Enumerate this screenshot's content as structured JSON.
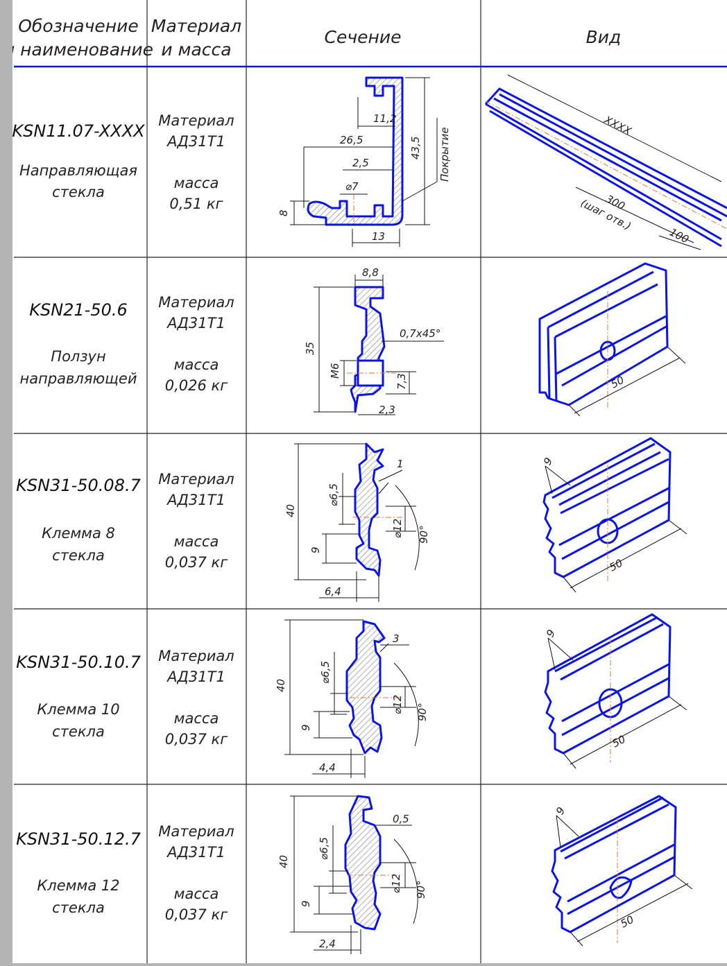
{
  "header": {
    "col1_line1": "Обозначение",
    "col1_line2": "и наименование",
    "col2_line1": "Материал",
    "col2_line2": "и масса",
    "col3": "Сечение",
    "col4": "Вид"
  },
  "rows": [
    {
      "code": "KSN11.07-XXXX",
      "name_line1": "Направляющая",
      "name_line2": "стекла",
      "material_label": "Материал",
      "material": "АД31Т1",
      "mass_label": "масса",
      "mass": "0,51 кг",
      "section_dims": [
        "11,2",
        "26,5",
        "2,5",
        "⌀7",
        "43,5",
        "8",
        "13"
      ],
      "section_note": "Покрытие",
      "view_dims": [
        "XXXX",
        "300",
        "(шаг отв.)",
        "100"
      ]
    },
    {
      "code": "KSN21-50.6",
      "name_line1": "Ползун",
      "name_line2": "направляющей",
      "material_label": "Материал",
      "material": "АД31Т1",
      "mass_label": "масса",
      "mass": "0,026 кг",
      "section_dims": [
        "8,8",
        "0,7x45°",
        "35",
        "M6",
        "7,3",
        "2,3"
      ],
      "view_dims": [
        "50"
      ]
    },
    {
      "code": "KSN31-50.08.7",
      "name_line1": "Клемма 8",
      "name_line2": "стекла",
      "material_label": "Материал",
      "material": "АД31Т1",
      "mass_label": "масса",
      "mass": "0,037 кг",
      "section_dims": [
        "1",
        "40",
        "⌀6,5",
        "⌀12",
        "90°",
        "9",
        "6,4"
      ],
      "view_dims": [
        "9",
        "50"
      ]
    },
    {
      "code": "KSN31-50.10.7",
      "name_line1": "Клемма 10",
      "name_line2": "стекла",
      "material_label": "Материал",
      "material": "АД31Т1",
      "mass_label": "масса",
      "mass": "0,037 кг",
      "section_dims": [
        "3",
        "40",
        "⌀6,5",
        "⌀12",
        "90°",
        "9",
        "4,4"
      ],
      "view_dims": [
        "9",
        "50"
      ]
    },
    {
      "code": "KSN31-50.12.7",
      "name_line1": "Клемма 12",
      "name_line2": "стекла",
      "material_label": "Материал",
      "material": "АД31Т1",
      "mass_label": "масса",
      "mass": "0,037 кг",
      "section_dims": [
        "0,5",
        "40",
        "⌀6,5",
        "⌀12",
        "90°",
        "9",
        "2,4"
      ],
      "view_dims": [
        "9",
        "50"
      ]
    }
  ],
  "colors": {
    "drawing_blue": "#0a14e6",
    "axis_orange": "#e07a3a",
    "frame_gray": "#b4b4b4"
  }
}
